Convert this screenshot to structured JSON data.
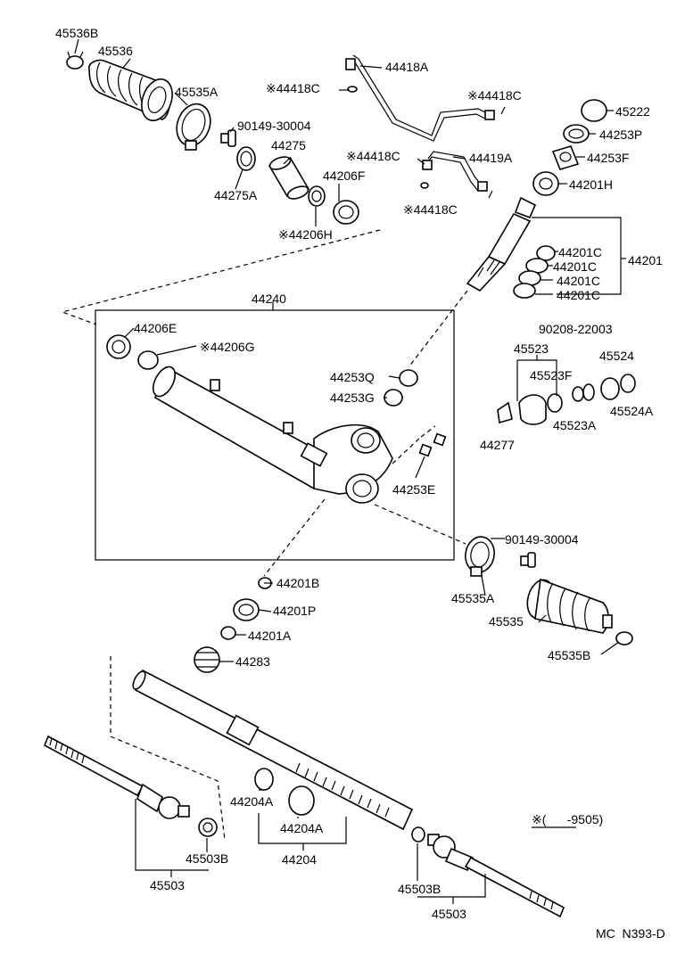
{
  "labels": {
    "l45536B": "45536B",
    "l45536": "45536",
    "l45535A_top": "45535A",
    "l44418A": "44418A",
    "l44418C_1": "※44418C",
    "l44418C_2": "※44418C",
    "l90149_top": "90149-30004",
    "l44275": "44275",
    "l44275A": "44275A",
    "l44418C_3": "※44418C",
    "l44419A": "44419A",
    "l44206F": "44206F",
    "l44206H": "※44206H",
    "l44418C_4": "※44418C",
    "l45222": "45222",
    "l44253P": "44253P",
    "l44253F": "44253F",
    "l44201H": "44201H",
    "l44201C_1": "44201C",
    "l44201C_2": "44201C",
    "l44201C_3": "44201C",
    "l44201C_4": "44201C",
    "l44201": "44201",
    "l44240": "44240",
    "l44206E": "44206E",
    "l44206G": "※44206G",
    "l44253Q": "44253Q",
    "l44253G": "44253G",
    "l44253E": "44253E",
    "l90208": "90208-22003",
    "l45523": "45523",
    "l45524": "45524",
    "l45523F": "45523F",
    "l45524A": "45524A",
    "l45523A": "45523A",
    "l44277": "44277",
    "l90149_mid": "90149-30004",
    "l45535A_mid": "45535A",
    "l45535": "45535",
    "l45535B": "45535B",
    "l44201B": "44201B",
    "l44201P": "44201P",
    "l44201A": "44201A",
    "l44283": "44283",
    "l44204A_1": "44204A",
    "l44204A_2": "44204A",
    "l44204": "44204",
    "l45503B_left": "45503B",
    "l45503_left": "45503",
    "l45503B_right": "45503B",
    "l45503_right": "45503",
    "note": "※(      -9505)",
    "code": "MC  N393-D"
  }
}
